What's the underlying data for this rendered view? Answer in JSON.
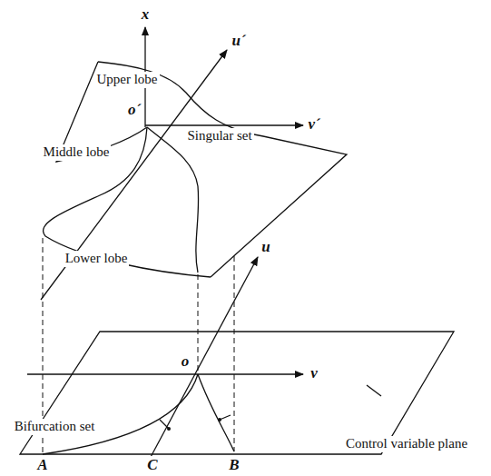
{
  "diagram": {
    "labels": [
      "x",
      "u´",
      "Upper lobe",
      "o´",
      "v´",
      "Singular set",
      "Middle lobe",
      "Lower lobe",
      "u",
      "o",
      "v",
      "Bifurcation set",
      "A",
      "C",
      "B",
      "Control variable plane"
    ]
  }
}
